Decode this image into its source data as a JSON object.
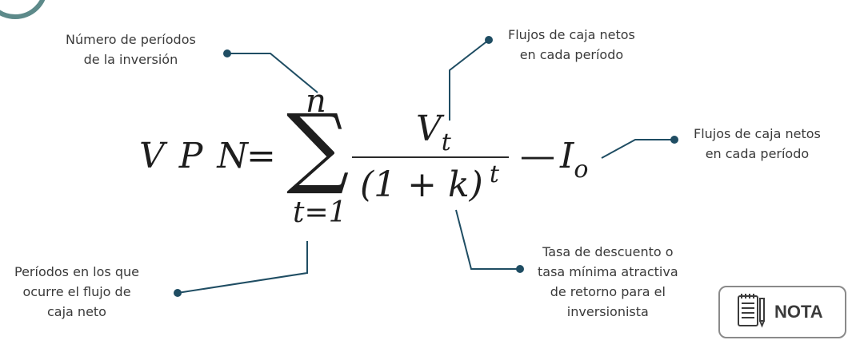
{
  "formula": {
    "lhs": "V P N",
    "equals": "=",
    "sum_upper": "n",
    "sum_lower": "t=1",
    "numerator_base": "V",
    "numerator_sub": "t",
    "denominator": "(1 + k)",
    "denominator_exp": "t",
    "minus": "—",
    "investment_base": "I",
    "investment_sub": "o"
  },
  "annotations": {
    "periods_line1": "Número de períodos",
    "periods_line2": "de la inversión",
    "cashflow_top_line1": "Flujos de caja netos",
    "cashflow_top_line2": "en cada período",
    "cashflow_right_line1": "Flujos de caja netos",
    "cashflow_right_line2": "en cada período",
    "rate_line1": "Tasa de descuento o",
    "rate_line2": "tasa mínima atractiva",
    "rate_line3": "de retorno para el",
    "rate_line4": "inversionista",
    "occurs_line1": "Períodos en los que",
    "occurs_line2": "ocurre el flujo de",
    "occurs_line3": "caja neto"
  },
  "nota_button": {
    "label": "NOTA",
    "icon": "notepad-icon"
  },
  "colors": {
    "connector": "#1f4d63",
    "badge": "#5d8a8a",
    "text": "#3a3a3a"
  }
}
